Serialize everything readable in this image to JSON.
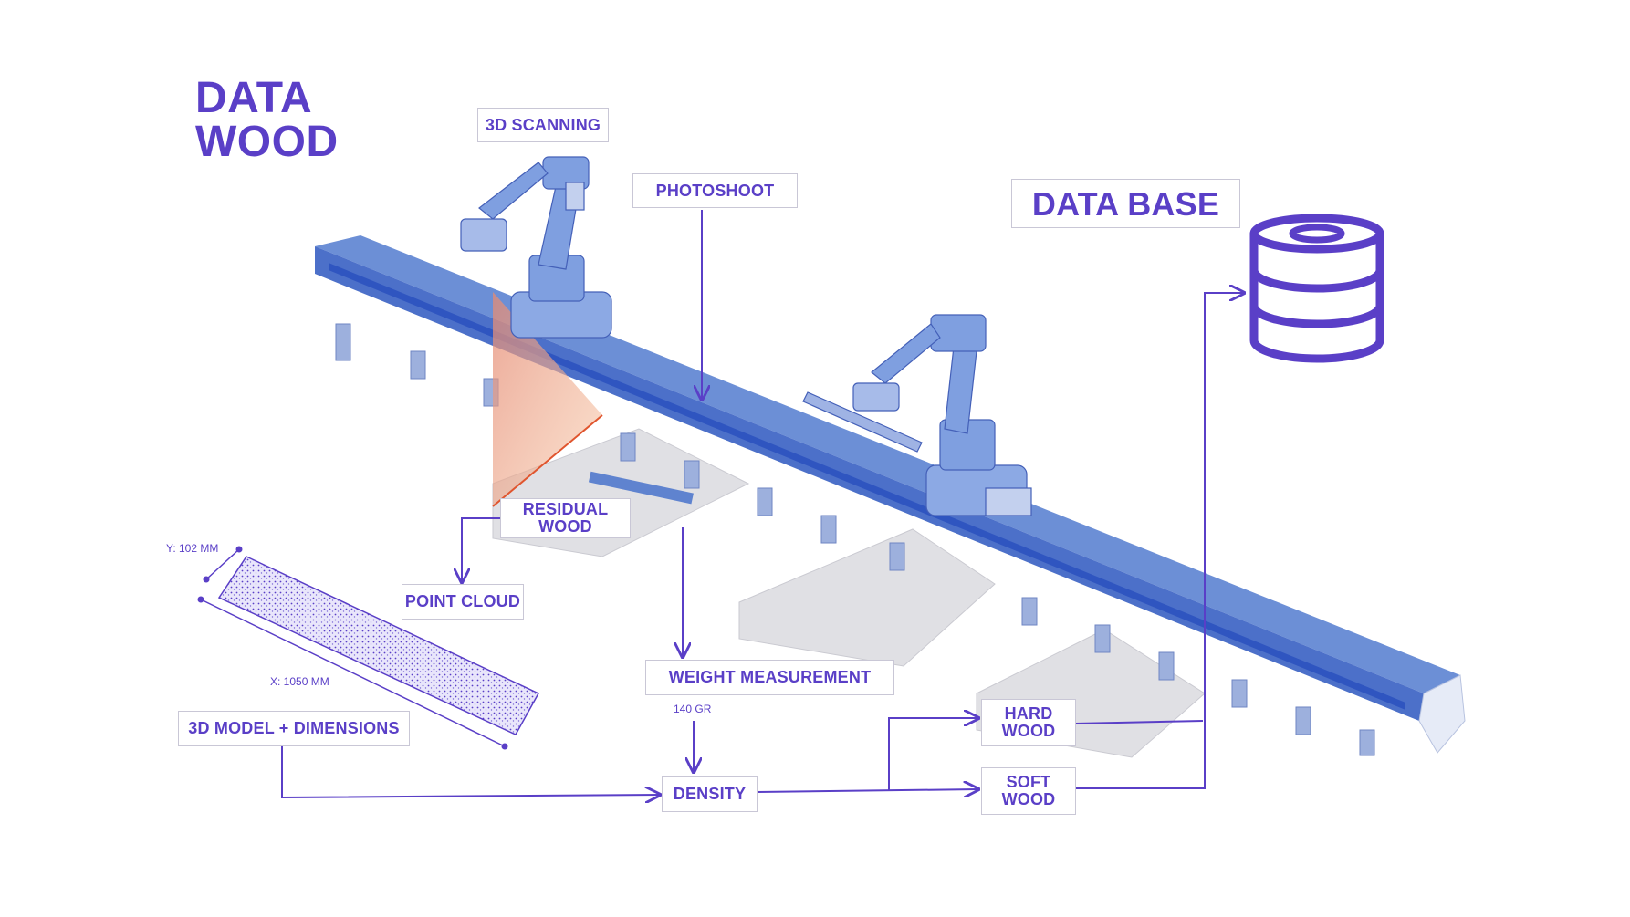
{
  "title": {
    "line1": "DATA",
    "line2": "WOOD"
  },
  "labels": {
    "scanning": "3D SCANNING",
    "photoshoot": "PHOTOSHOOT",
    "database": "DATA BASE",
    "residual_line1": "RESIDUAL",
    "residual_line2": "WOOD",
    "point_cloud": "POINT CLOUD",
    "weight": "WEIGHT MEASUREMENT",
    "weight_value": "140 GR",
    "model": "3D MODEL + DIMENSIONS",
    "density": "DENSITY",
    "hard_line1": "HARD",
    "hard_line2": "WOOD",
    "soft_line1": "SOFT",
    "soft_line2": "WOOD"
  },
  "dimensions": {
    "y": "Y: 102 MM",
    "x": "X: 1050 MM"
  },
  "colors": {
    "accent": "#5a3fc7",
    "conveyor": "#5f83cf",
    "conveyor_dark": "#2f55c0",
    "scan_cone": "#f0a58a"
  },
  "icons": [
    "robot-arm-icon",
    "database-icon",
    "point-cloud-icon"
  ]
}
